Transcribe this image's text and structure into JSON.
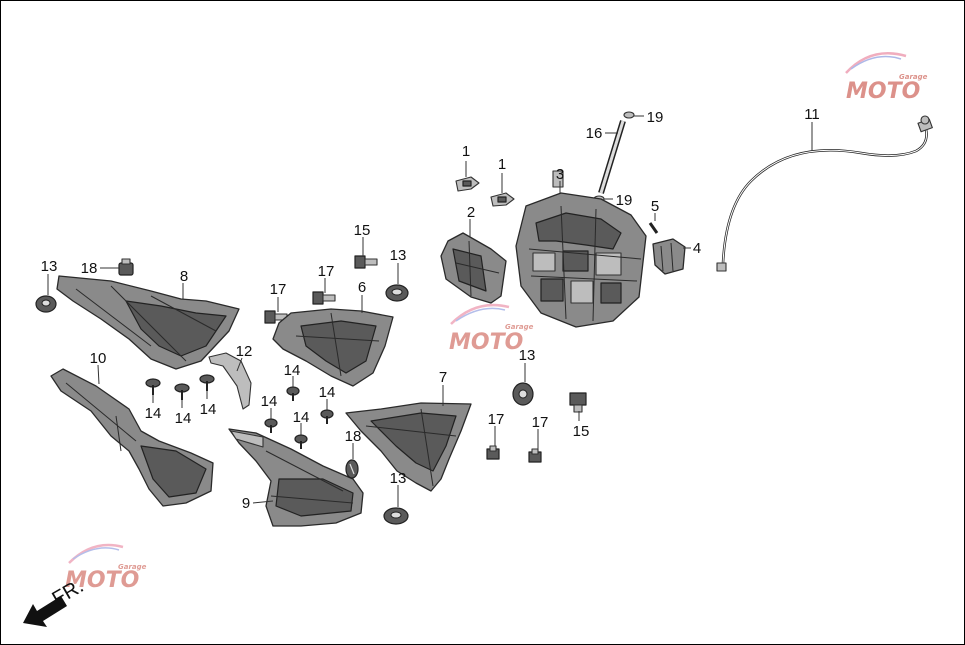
{
  "labels": {
    "p1a": "1",
    "p1b": "1",
    "p2": "2",
    "p3": "3",
    "p4": "4",
    "p5": "5",
    "p6": "6",
    "p7": "7",
    "p8": "8",
    "p9": "9",
    "p10": "10",
    "p11": "11",
    "p12": "12",
    "p13a": "13",
    "p13b": "13",
    "p13c": "13",
    "p13d": "13",
    "p14a": "14",
    "p14b": "14",
    "p14c": "14",
    "p14d": "14",
    "p14e": "14",
    "p14f": "14",
    "p15a": "15",
    "p15b": "15",
    "p16": "16",
    "p17a": "17",
    "p17b": "17",
    "p17c": "17",
    "p17d": "17",
    "p18a": "18",
    "p18b": "18",
    "p19a": "19",
    "p19b": "19"
  },
  "direction": {
    "label": "FR."
  },
  "watermark": {
    "text": "MOTO",
    "sub": "Garage"
  }
}
